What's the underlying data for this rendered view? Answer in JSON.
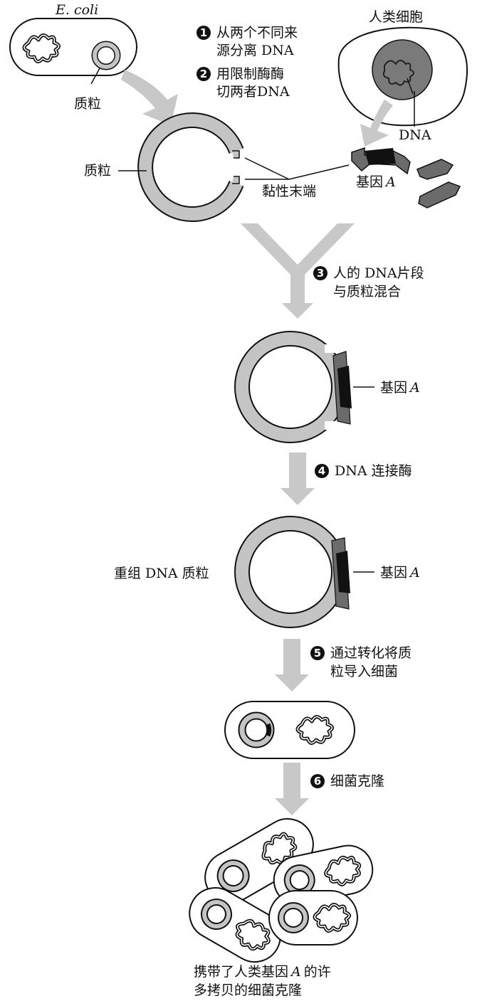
{
  "title": "",
  "labels": {
    "ecoli": "E. coli",
    "plasmid_top": "质粒",
    "human_cell": "人类细胞",
    "dna": "DNA",
    "plasmid_left": "质粒",
    "sticky_ends": "黏性末端",
    "gene_a_prefix": "基因",
    "gene_a_italic": "A",
    "recombinant": "重组 DNA 质粒",
    "bottom_line1": "携带了人类基因",
    "bottom_italic": "A",
    "bottom_line1_end": "的许",
    "bottom_line2": "多拷贝的细菌克隆"
  },
  "steps": [
    {
      "num": "1",
      "line1": "从两个不同来",
      "line2": "源分离 DNA"
    },
    {
      "num": "2",
      "line1": "用限制酶酶",
      "line2": "切两者DNA"
    },
    {
      "num": "3",
      "line1": "人的 DNA片段",
      "line2": "与质粒混合"
    },
    {
      "num": "4",
      "line1": "DNA 连接酶",
      "line2": ""
    },
    {
      "num": "5",
      "line1": "通过转化将质",
      "line2": "粒导入细菌"
    },
    {
      "num": "6",
      "line1": "细菌克隆",
      "line2": ""
    }
  ],
  "colors": {
    "plasmid_ring": "#c4c4c4",
    "arrow": "#c8c8c8",
    "nucleus": "#7a7a7a",
    "gene_dark": "#111111",
    "gene_mid": "#6b6b6b",
    "outline": "#111111"
  }
}
